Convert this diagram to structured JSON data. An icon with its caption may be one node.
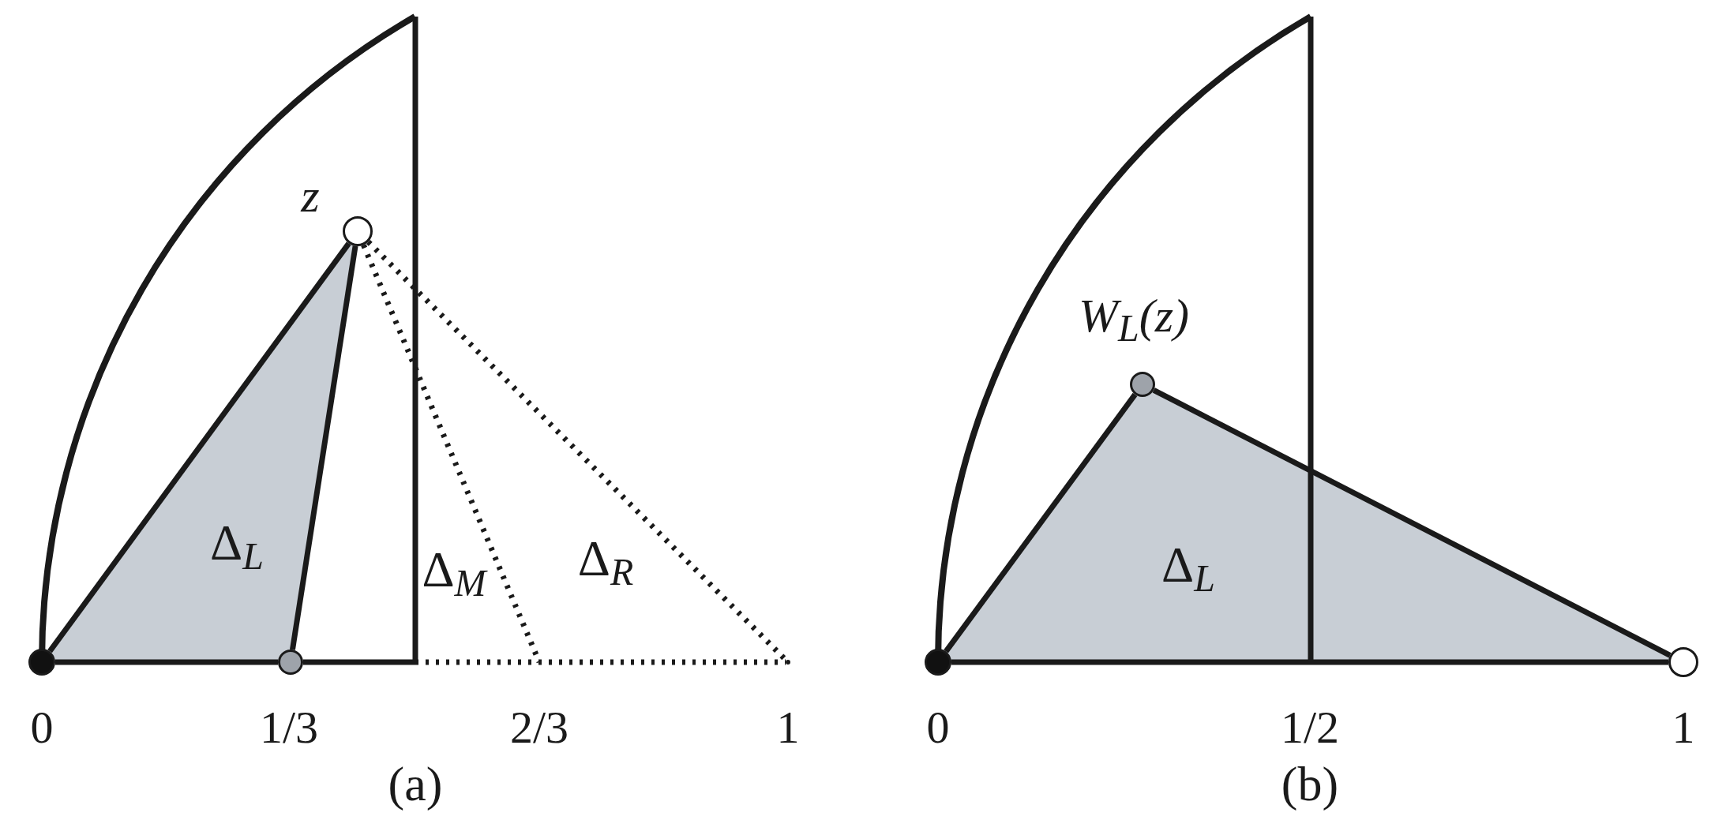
{
  "diagram": {
    "nodes": [
      {
        "text": [],
        "shape": "circle"
      },
      {
        "text": [],
        "shape": "circle"
      },
      {
        "text": [],
        "shape": "circle",
        "beside": [
          "z"
        ]
      },
      {
        "text": [],
        "shape": "circle"
      },
      {
        "text": [],
        "shape": "circle"
      },
      {
        "text": [],
        "shape": "circle",
        "beside": [
          "W$_{L}$(z)"
        ]
      },
      {
        "text": [],
        "shape": "circle"
      }
    ],
    "edges": [
      {
        "from": 0,
        "to": 2,
        "arrow": "none"
      },
      {
        "from": 2,
        "to": 1,
        "arrow": "none"
      },
      {
        "from": 0,
        "to": 1,
        "arrow": "none"
      },
      {
        "from": 2,
        "to": null,
        "arrow": "none",
        "style": "dashed"
      },
      {
        "from": 2,
        "to": 3,
        "arrow": "none",
        "style": "dashed"
      },
      {
        "from": null,
        "to": 3,
        "arrow": "none",
        "style": "dashed"
      },
      {
        "from": 4,
        "to": 5,
        "arrow": "none"
      },
      {
        "from": 5,
        "to": 6,
        "arrow": "none"
      },
      {
        "from": 4,
        "to": 6,
        "arrow": "none"
      }
    ],
    "labels": [
      "Δ$_{L}$",
      "Δ$_{M}$",
      "Δ$_{R}$",
      "0",
      "1/3",
      "2/3",
      "1",
      "(a)",
      "Δ$_{L}$",
      "0",
      "1/2",
      "1",
      "(b)"
    ]
  }
}
